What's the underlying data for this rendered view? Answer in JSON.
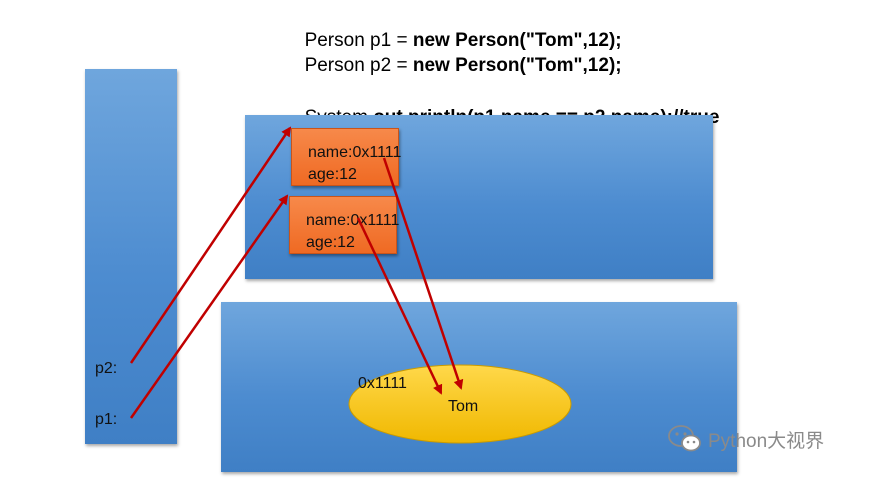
{
  "code": {
    "line1_plain": "Person p1 = ",
    "line1_bold": "new Person(\"Tom\",12);",
    "line2_plain": "Person p2 = ",
    "line2_bold": "new Person(\"Tom\",12);",
    "line3_plain": "System.",
    "line3_bold": "out.println(p1.name == p2.name);//true"
  },
  "stack": {
    "p2_label": "p2:",
    "p1_label": "p1:"
  },
  "heap": {
    "objects": [
      {
        "name_field": "name:0x1111",
        "age_field": "age:12"
      },
      {
        "name_field": "name:0x1111",
        "age_field": "age:12"
      }
    ]
  },
  "string_pool": {
    "address": "0x1111",
    "value": "Tom"
  },
  "colors": {
    "panel_blue": "#4d8cd0",
    "object_orange": "#ef6a23",
    "string_yellow": "#f5c400",
    "arrow_red": "#c00000"
  },
  "watermark": {
    "text": "Python大视界",
    "icon": "wechat-icon"
  }
}
